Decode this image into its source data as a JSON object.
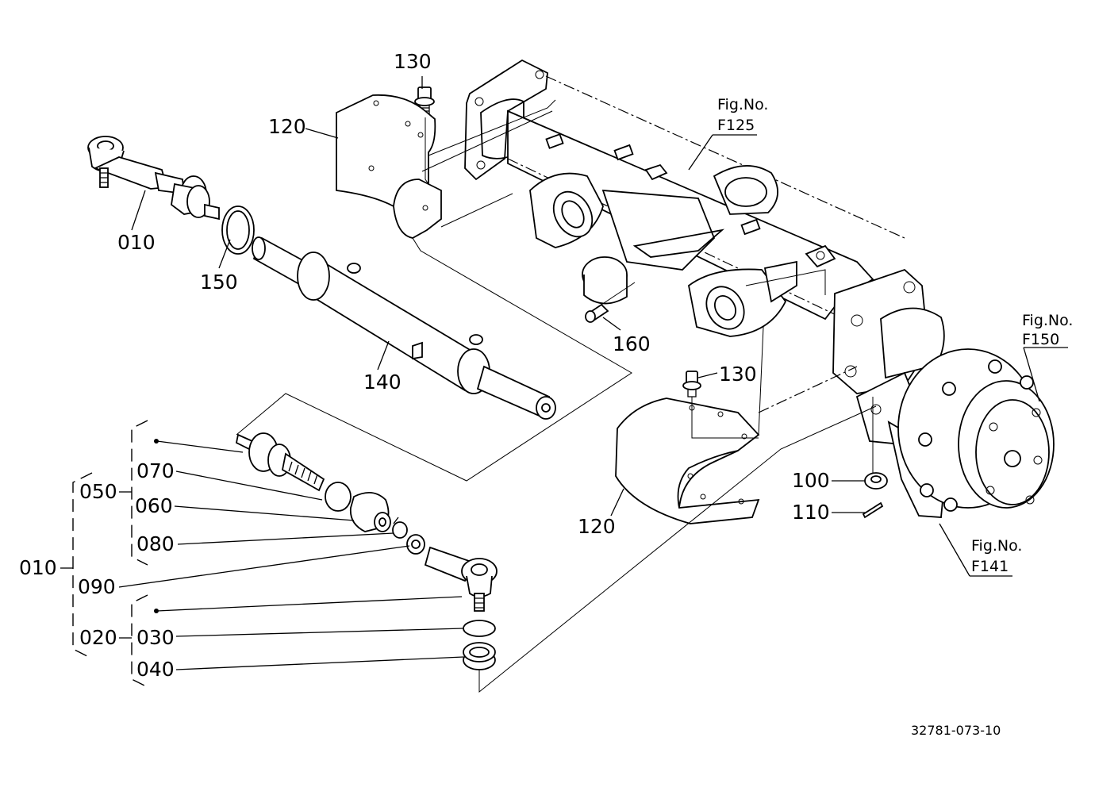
{
  "labels": {
    "p010_top": "010",
    "p150": "150",
    "p140": "140",
    "p130_top": "130",
    "p120_top": "120",
    "p160": "160",
    "p130_mid": "130",
    "p120_bottom": "120",
    "p100": "100",
    "p110": "110",
    "p050": "050",
    "p070": "070",
    "p060": "060",
    "p080": "080",
    "p010_left": "010",
    "p090": "090",
    "p020": "020",
    "p030": "030",
    "p040": "040"
  },
  "figure_refs": {
    "f125": {
      "line1": "Fig.No.",
      "line2": "F125"
    },
    "f150": {
      "line1": "Fig.No.",
      "line2": "F150"
    },
    "f141": {
      "line1": "Fig.No.",
      "line2": "F141"
    }
  },
  "drawing_number": "32781-073-10"
}
